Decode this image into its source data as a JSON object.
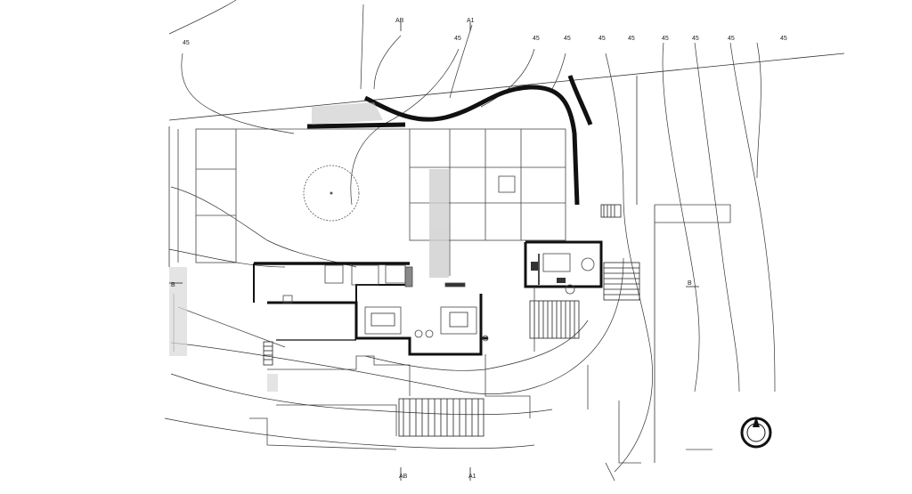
{
  "drawing": {
    "type": "architectural site plan",
    "section_markers": {
      "top": [
        "AB",
        "A1"
      ],
      "bottom": [
        "AB",
        "A1"
      ],
      "left": "B",
      "right": "B"
    },
    "contour_labels": [
      "45",
      "45",
      "45",
      "45",
      "45",
      "45",
      "45",
      "45",
      "45",
      "45"
    ],
    "north_arrow": "north-arrow",
    "colors": {
      "line": "#222222",
      "hatch": "#555555",
      "paper": "#ffffff"
    }
  }
}
